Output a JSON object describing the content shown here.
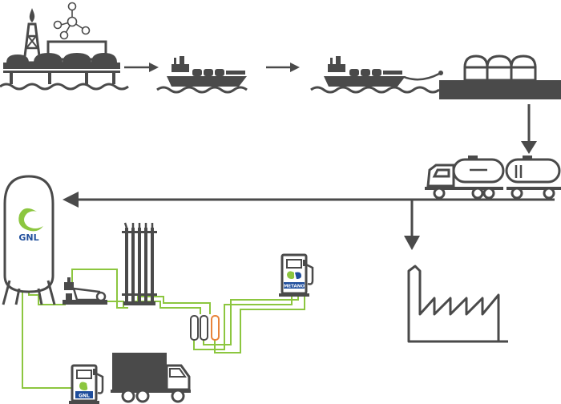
{
  "labels": {
    "tank_label": "GNL",
    "dispenser_methane_label": "METANO",
    "dispenser_gnl_label": "GNL"
  },
  "colors": {
    "ink": "#4a4a4a",
    "pipe": "#8cc63f",
    "brand_blue": "#1f4e9c",
    "brand_green": "#8cc63f",
    "accent_orange": "#e8833a",
    "background": "#ffffff"
  },
  "icons": {
    "extraction": "gas-field-icon",
    "molecule": "methane-molecule-icon",
    "ship_loading": "lng-carrier-icon",
    "ship_unloading": "lng-carrier-unloading-icon",
    "terminal": "regasification-terminal-icon",
    "tanker_truck": "tanker-truck-icon",
    "storage_tank": "lng-storage-tank-icon",
    "factory": "factory-icon",
    "pump": "cryogenic-pump-icon",
    "vaporizer": "ambient-vaporizer-icon",
    "cng_dispenser": "cng-dispenser-icon",
    "lng_dispenser": "lng-dispenser-icon",
    "truck": "truck-icon"
  }
}
